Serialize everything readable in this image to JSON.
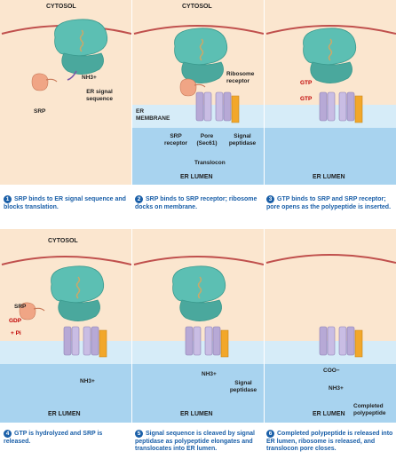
{
  "labels": {
    "cytosol": "CYTOSOL",
    "er_lumen": "ER LUMEN",
    "srp": "SRP",
    "nh3": "NH3+",
    "er_signal_sequence": "ER signal sequence",
    "ribosome_receptor": "Ribosome receptor",
    "er_membrane": "ER MEMBRANE",
    "srp_receptor": "SRP receptor",
    "pore": "Pore (Sec61)",
    "signal_peptidase": "Signal peptidase",
    "translocon": "Translocon",
    "gtp": "GTP",
    "gdp": "GDP",
    "pi": "+ Pi",
    "coo": "COO−",
    "completed_polypeptide": "Completed polypeptide"
  },
  "steps": [
    {
      "num": "1",
      "text": "SRP binds to ER signal sequence and blocks translation."
    },
    {
      "num": "2",
      "text": "SRP binds to SRP receptor; ribosome docks on membrane."
    },
    {
      "num": "3",
      "text": "GTP binds to SRP and SRP receptor; pore opens as the polypeptide is inserted."
    },
    {
      "num": "4",
      "text": "GTP is hydrolyzed and SRP is released."
    },
    {
      "num": "5",
      "text": "Signal sequence is cleaved by signal peptidase as polypeptide elongates and translocates into ER lumen."
    },
    {
      "num": "6",
      "text": "Completed polypeptide is released into ER lumen, ribosome is released, and translocon pore closes."
    }
  ],
  "colors": {
    "cytosol": "#fbe6cf",
    "lumen": "#a8d3ef",
    "membrane": "#d6ecf8",
    "ribosome": "#5cbfb3",
    "mrna": "#c0504d",
    "srp": "#f0a585",
    "pore": "#b7a9d6",
    "peptidase": "#f2a72a",
    "caption": "#1a5fa8"
  }
}
